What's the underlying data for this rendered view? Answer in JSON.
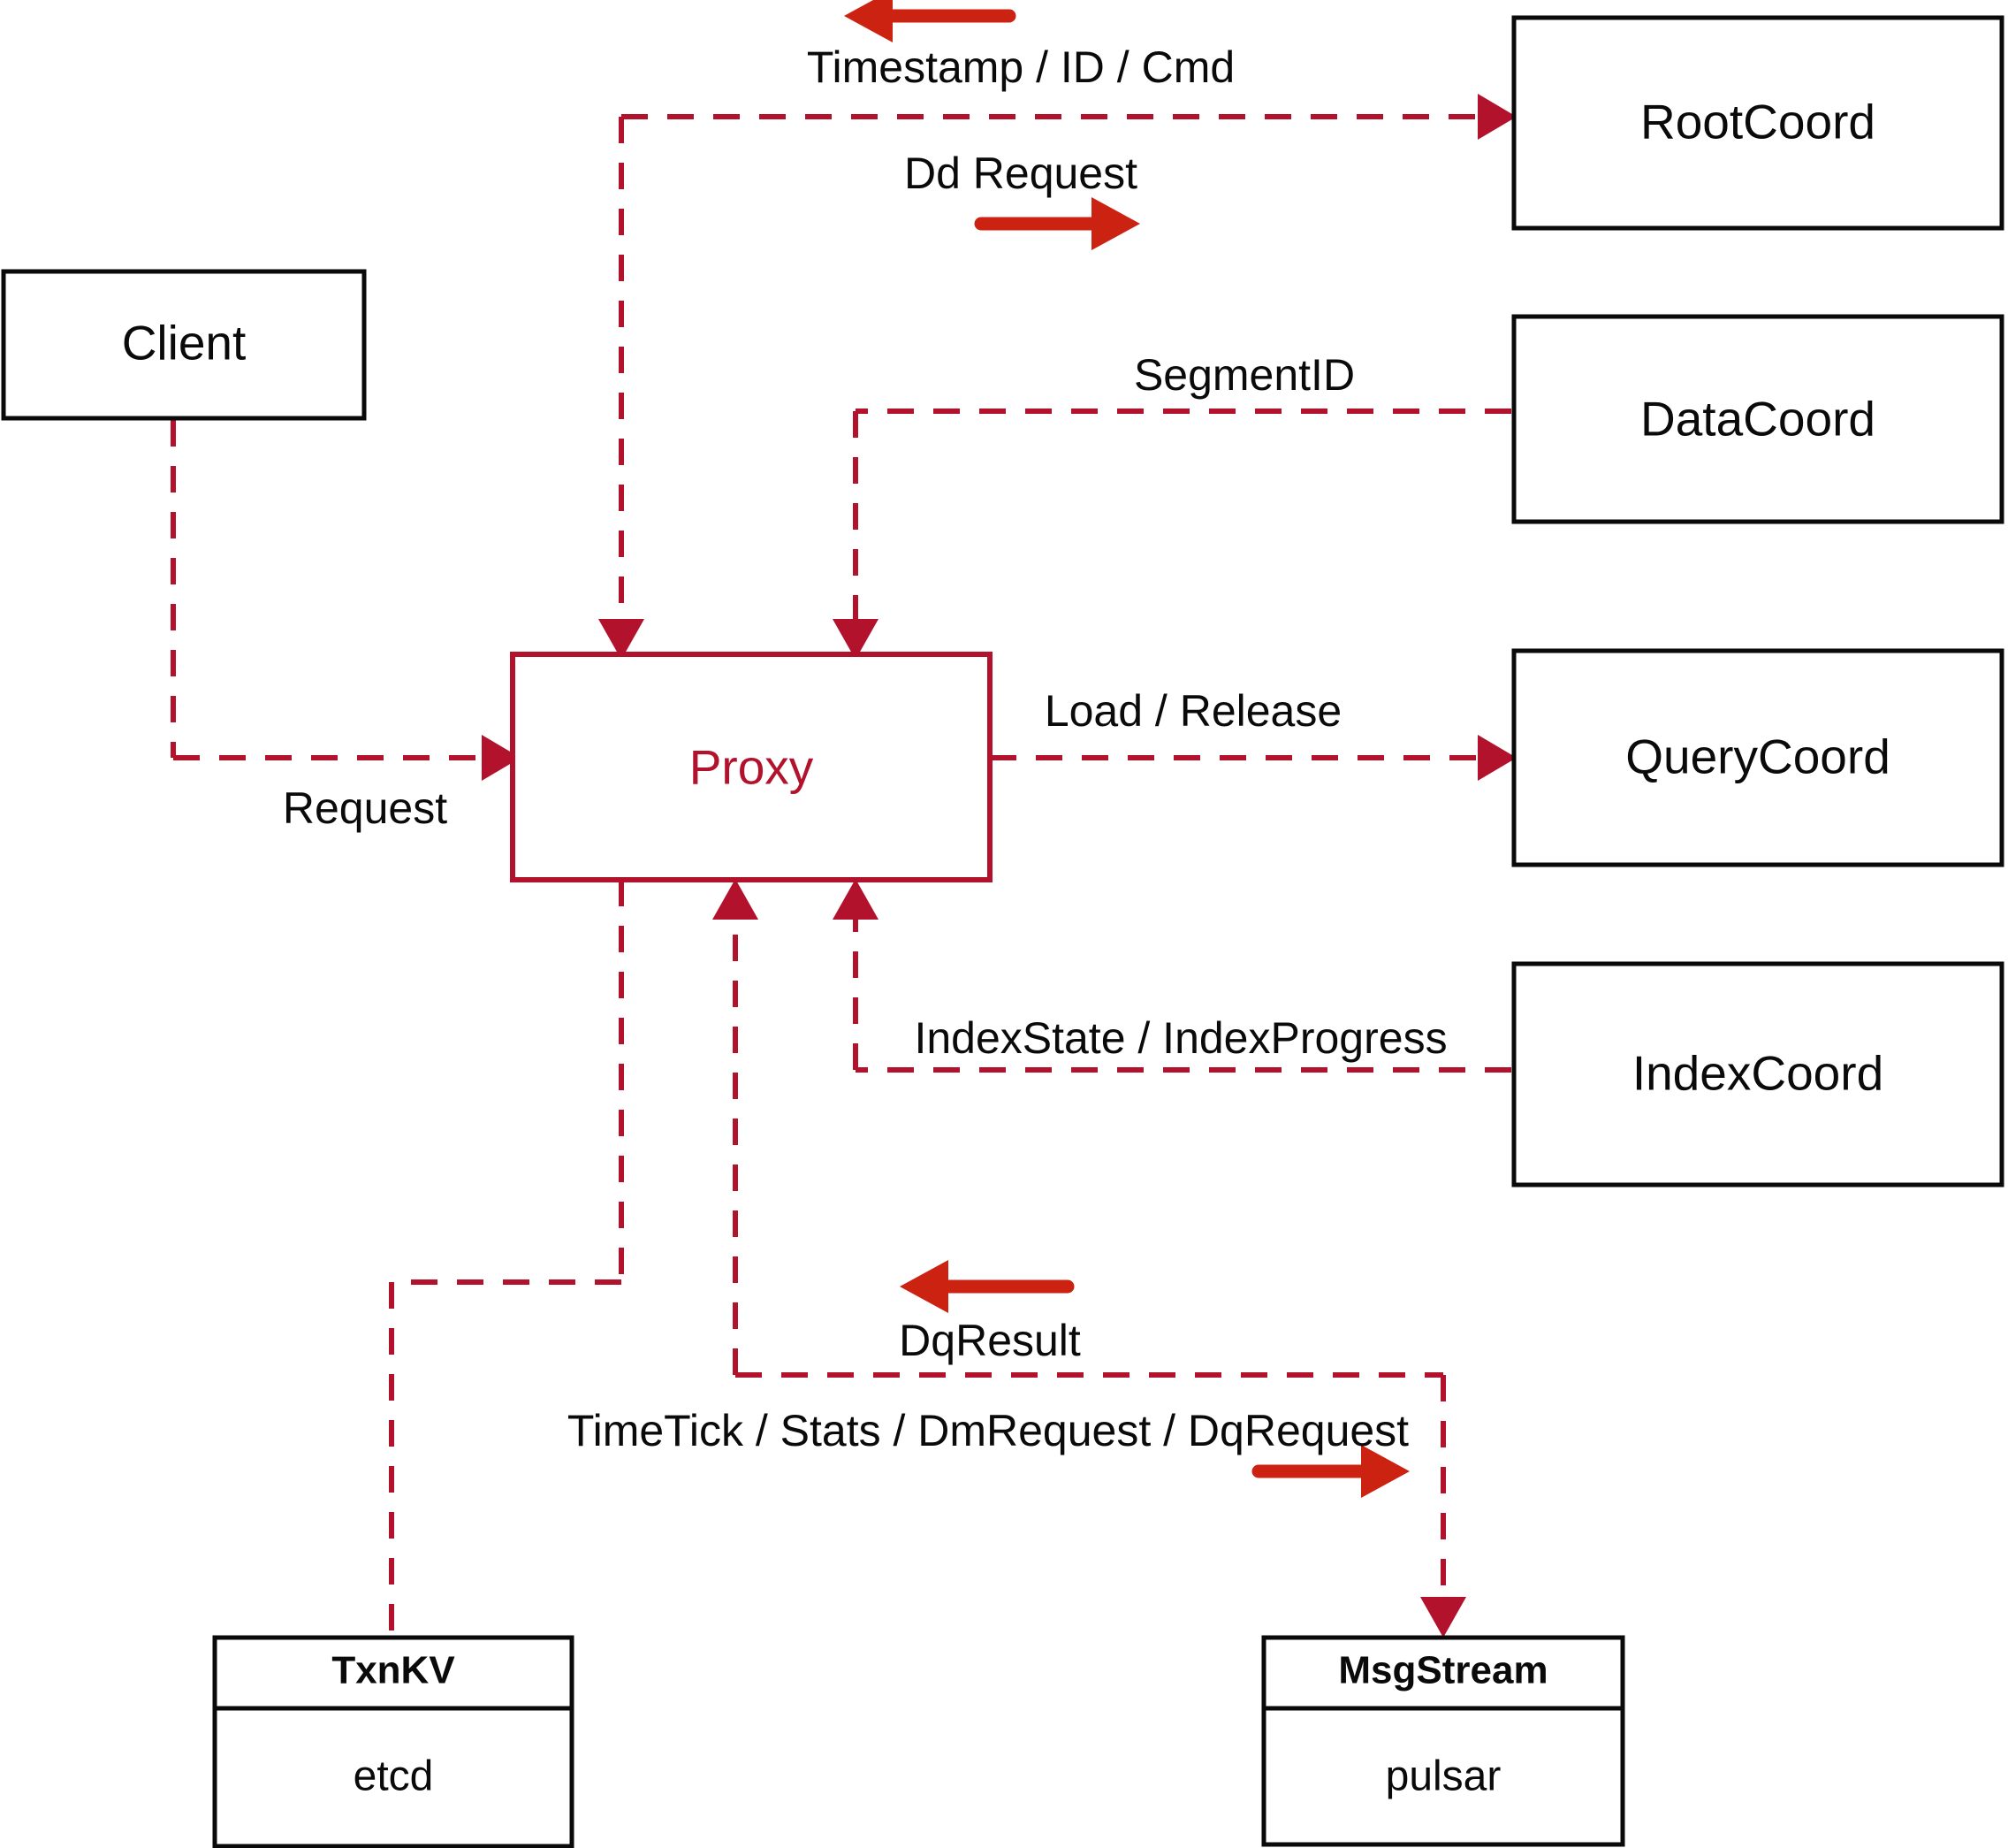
{
  "diagram": {
    "title": "Milvus Proxy interaction diagram",
    "colors": {
      "dashed_line": "#b2122c",
      "bright_arrow": "#cc2211",
      "box_border": "#0a0a0a",
      "proxy_border": "#b2122c",
      "proxy_text": "#b2122c",
      "background": "#ffffff"
    },
    "nodes": {
      "client": {
        "label": "Client"
      },
      "proxy": {
        "label": "Proxy"
      },
      "root_coord": {
        "label": "RootCoord"
      },
      "data_coord": {
        "label": "DataCoord"
      },
      "query_coord": {
        "label": "QueryCoord"
      },
      "index_coord": {
        "label": "IndexCoord"
      },
      "txnkv": {
        "header": "TxnKV",
        "body": "etcd"
      },
      "msgstream": {
        "header": "MsgStream",
        "body": "pulsar"
      }
    },
    "edge_labels": {
      "timestamp_id_cmd": "Timestamp / ID / Cmd",
      "dd_request": "Dd Request",
      "segment_id": "SegmentID",
      "request": "Request",
      "load_release": "Load / Release",
      "index_state_progress": "IndexState / IndexProgress",
      "dq_result": "DqResult",
      "timetick_stats": "TimeTick / Stats / DmRequest / DqRequest"
    }
  }
}
